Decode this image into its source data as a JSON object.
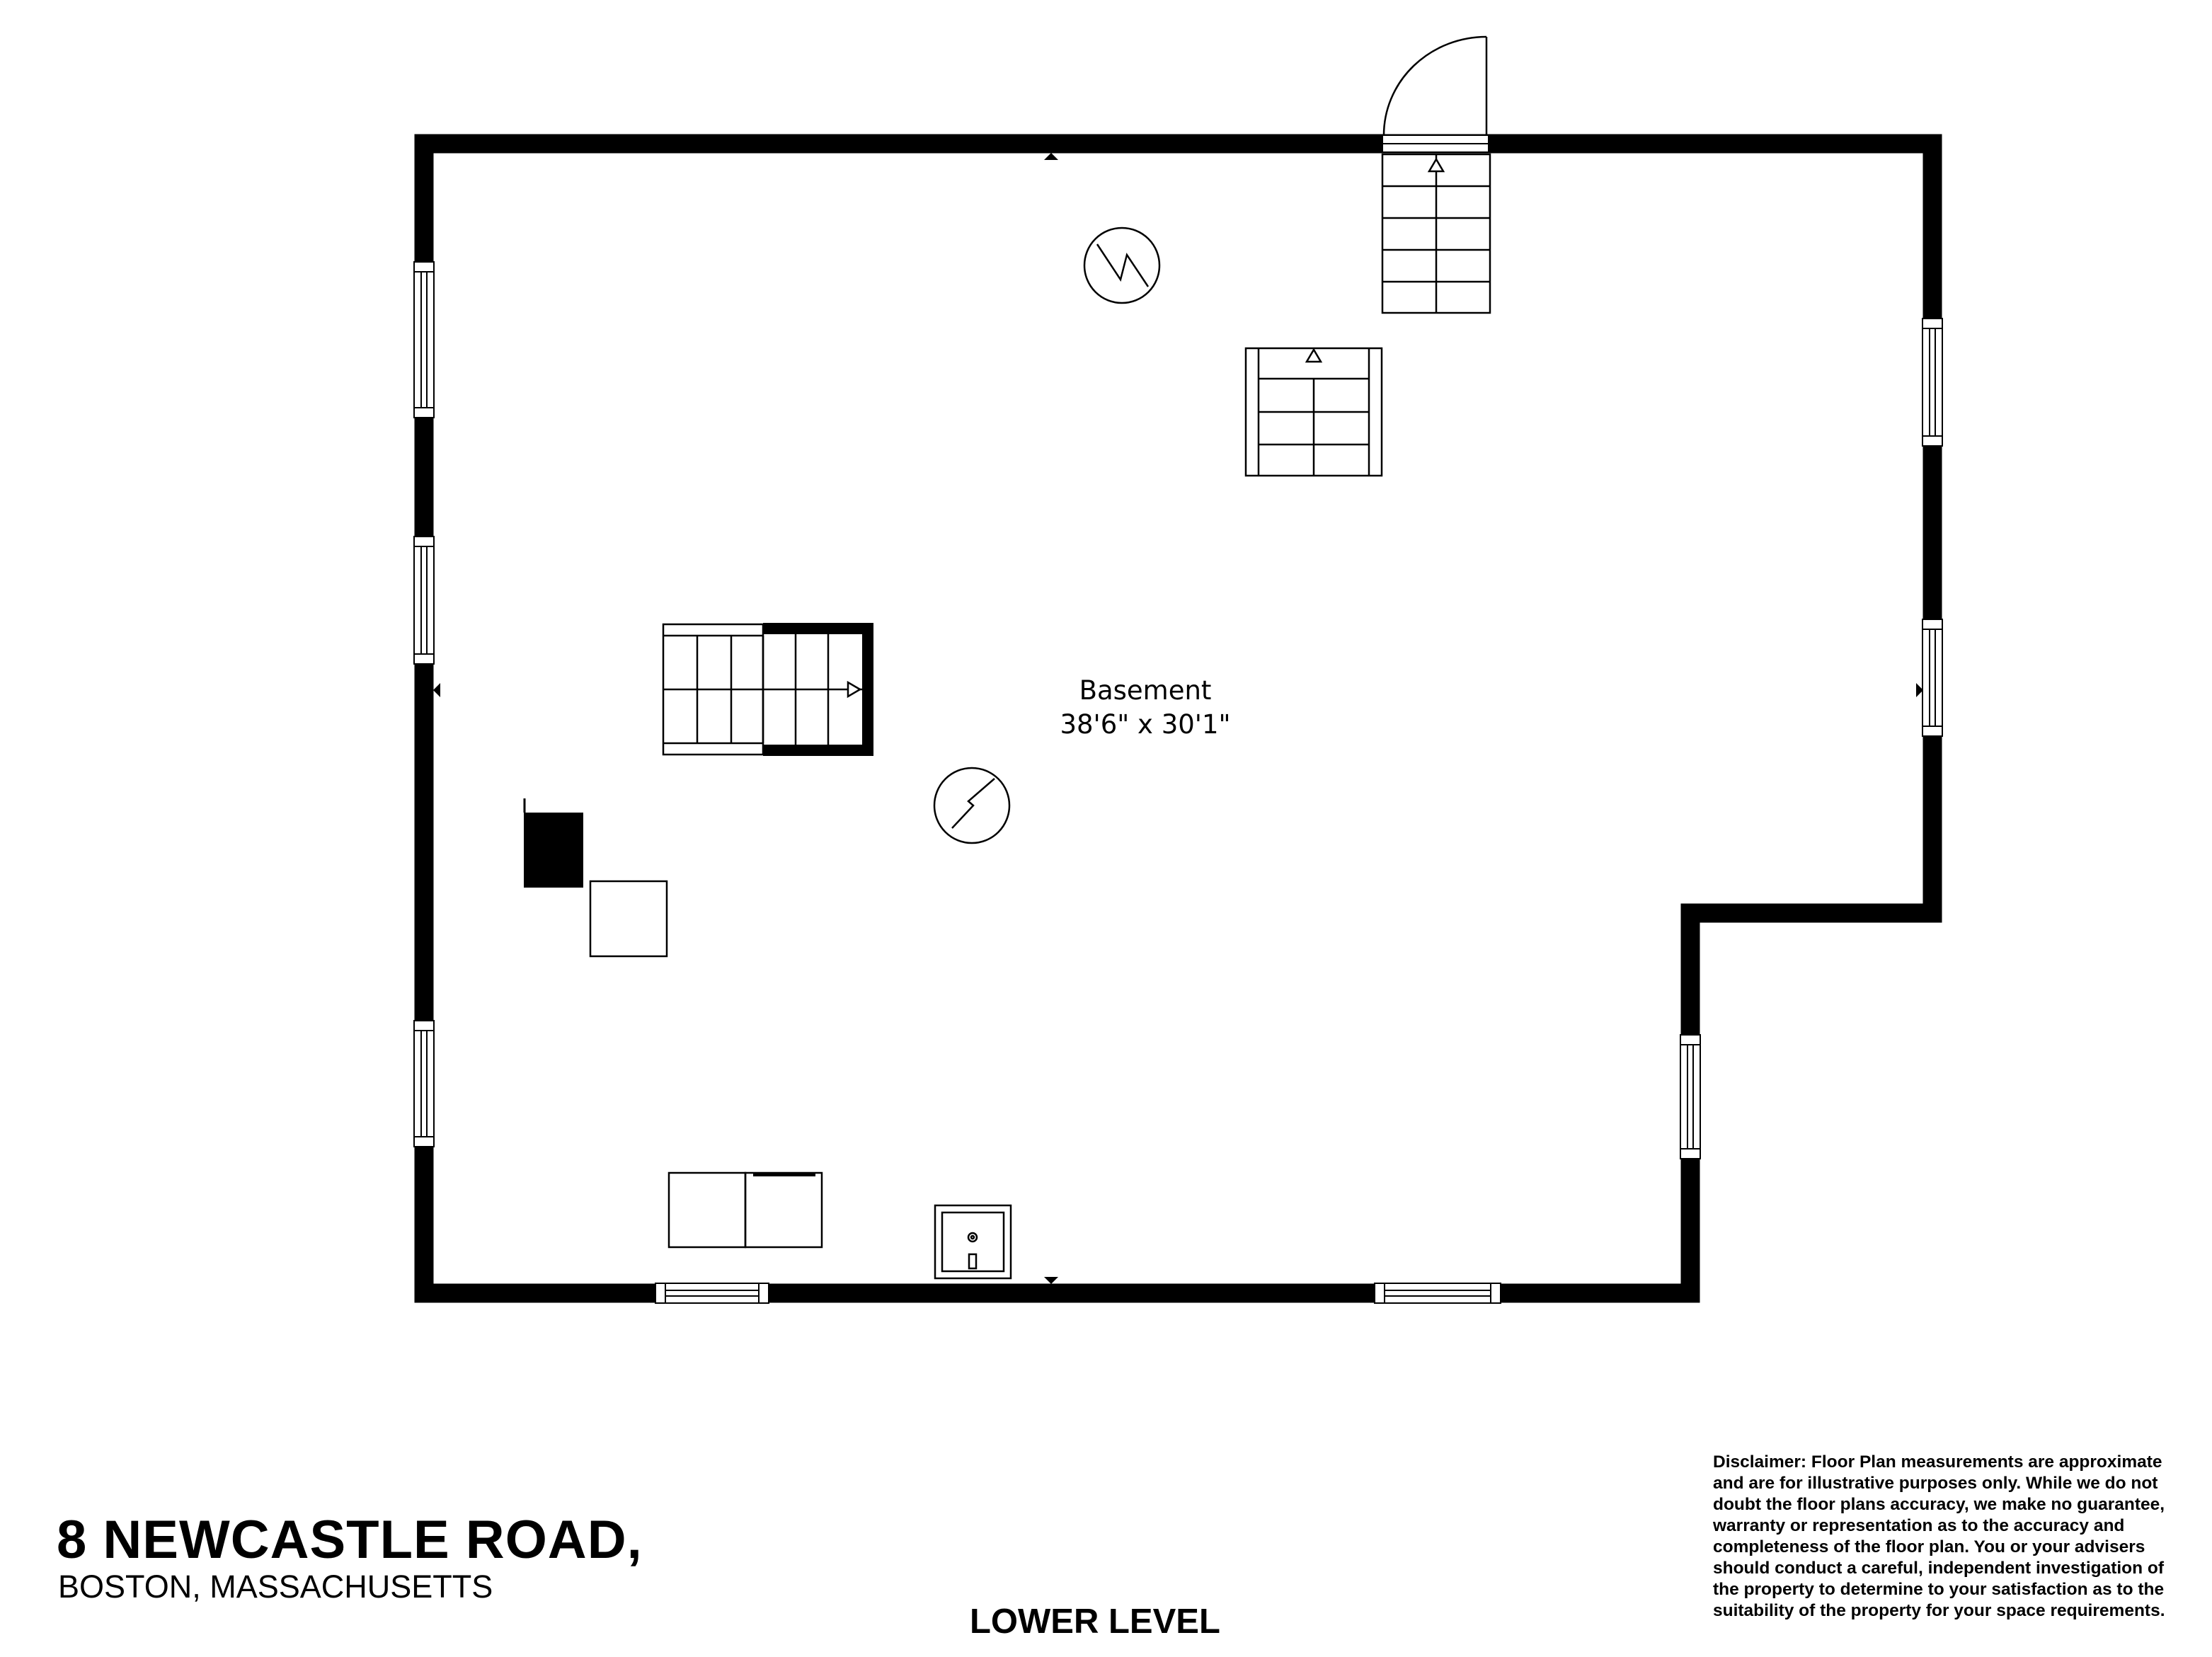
{
  "room": {
    "name": "Basement",
    "dimensions": "38'6\" x 30'1\""
  },
  "address": {
    "line1": "8 NEWCASTLE ROAD,",
    "line2": "BOSTON, MASSACHUSETTS"
  },
  "level": "LOWER LEVEL",
  "disclaimer": "Disclaimer: Floor Plan measurements are approximate and are for illustrative purposes only. While we do not doubt the floor plans accuracy, we make no guarantee, warranty or representation as to the accuracy and completeness of the floor plan. You or your advisers should conduct a careful, independent investigation of the property to determine to your satisfaction as to the suitability of the property for your space requirements."
}
